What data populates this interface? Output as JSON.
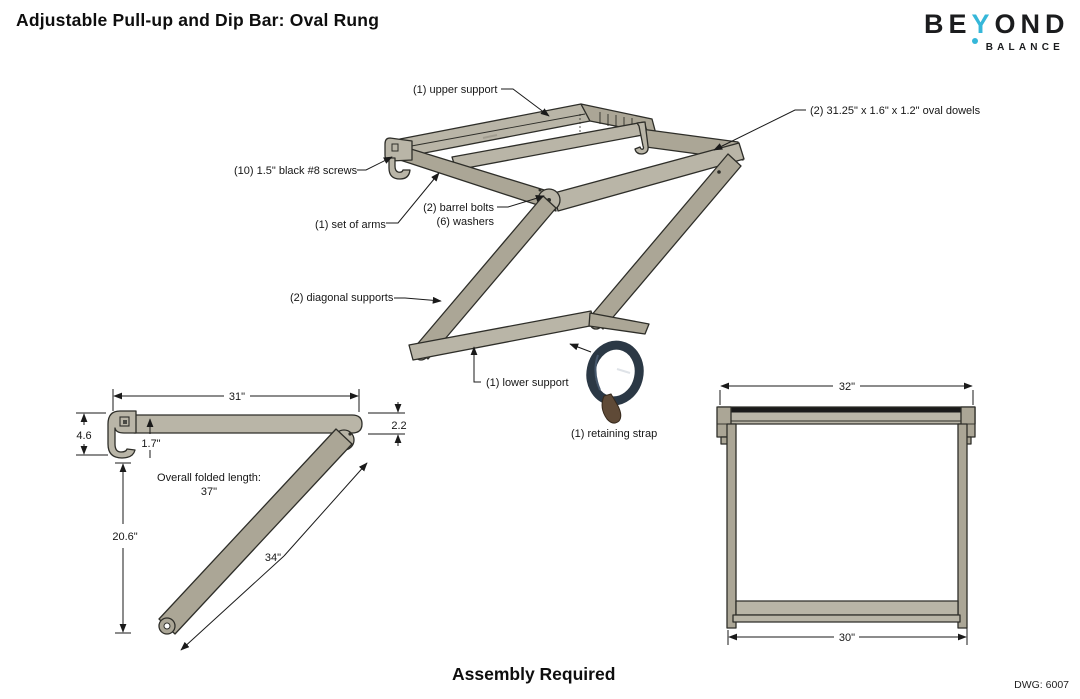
{
  "header": {
    "title": "Adjustable Pull-up and Dip Bar: Oval Rung",
    "logo": {
      "be": "BE",
      "y": "Y",
      "ond": "OND",
      "subtitle": "BALANCE",
      "accent_color": "#35b7d9",
      "text_color": "#1b1c1e"
    }
  },
  "iso_labels": {
    "upper_support": "(1) upper support",
    "oval_dowels": "(2) 31.25\" x 1.6\" x 1.2\" oval dowels",
    "screws": "(10) 1.5\" black #8 screws",
    "barrel_bolts": "(2) barrel bolts",
    "washers": "(6) washers",
    "set_of_arms": "(1) set of arms",
    "diagonal_supports": "(2) diagonal supports",
    "lower_support": "(1) lower support",
    "retaining_strap": "(1) retaining strap"
  },
  "side_view": {
    "width": "31\"",
    "hook_height": "4.6",
    "hook_gap": "1.7\"",
    "bar_thickness": "2.2",
    "height": "20.6\"",
    "diagonal": "34\"",
    "folded_label": "Overall folded length:",
    "folded_value": "37\""
  },
  "front_view": {
    "outer_width": "32\"",
    "inner_width": "30\""
  },
  "footer": {
    "assembly": "Assembly Required",
    "dwg": "DWG: 6007"
  },
  "colors": {
    "bar_fill": "#b9b5a7",
    "bar_shade": "#aba696",
    "outline": "#2e2e29",
    "strap": "#2b3845",
    "strap_tail": "#5f4a37"
  }
}
